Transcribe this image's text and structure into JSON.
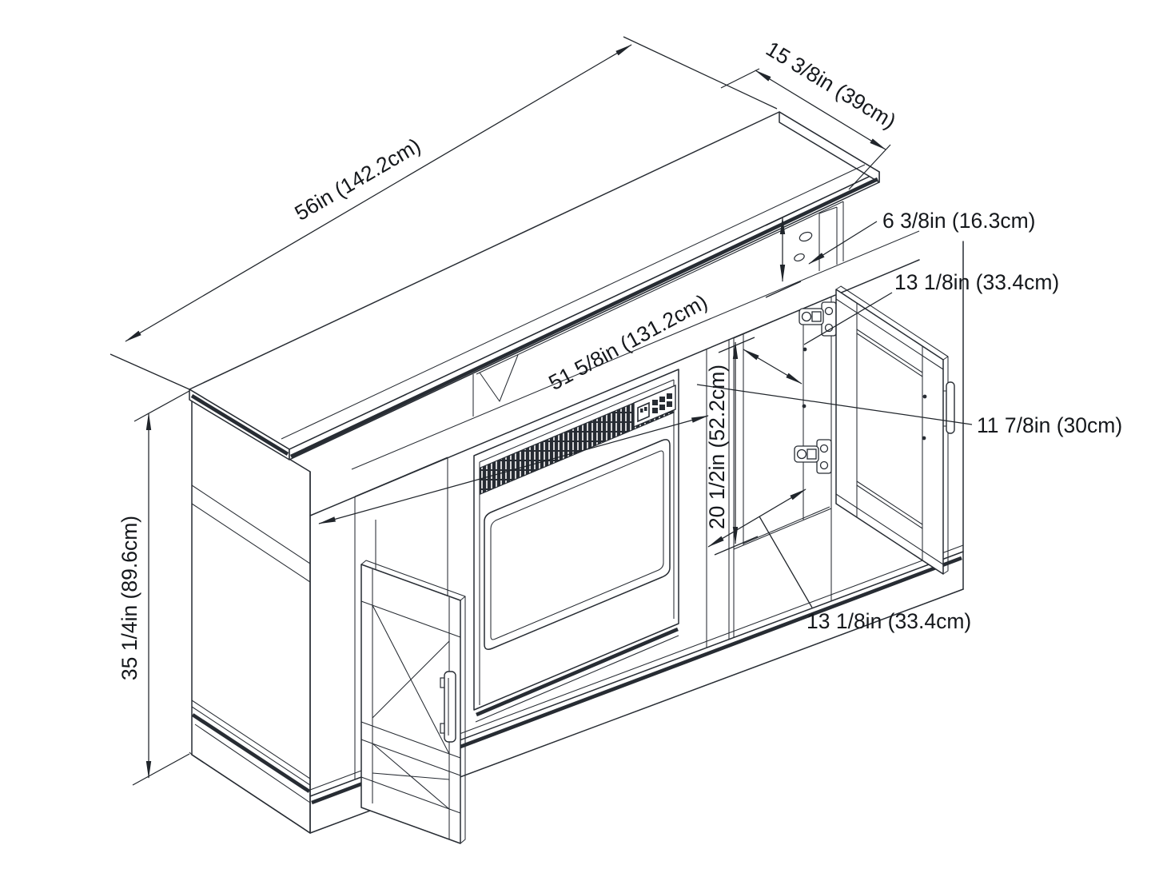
{
  "style": {
    "background": "#ffffff",
    "line_color": "#272c33",
    "text_color": "#15181c"
  },
  "dimensions": {
    "overall_width": "56in (142.2cm)",
    "top_depth": "15 3/8in (39cm)",
    "back_gap_height": "6 3/8in (16.3cm)",
    "cabinet_interior_depth": "13 1/8in (33.4cm)",
    "tv_opening_width": "51 5/8in (131.2cm)",
    "door_width": "11 7/8in (30cm)",
    "cabinet_interior_height": "20 1/2in (52.2cm)",
    "cabinet_interior_width": "13 1/8in (33.4cm)",
    "overall_height": "35 1/4in (89.6cm)"
  }
}
